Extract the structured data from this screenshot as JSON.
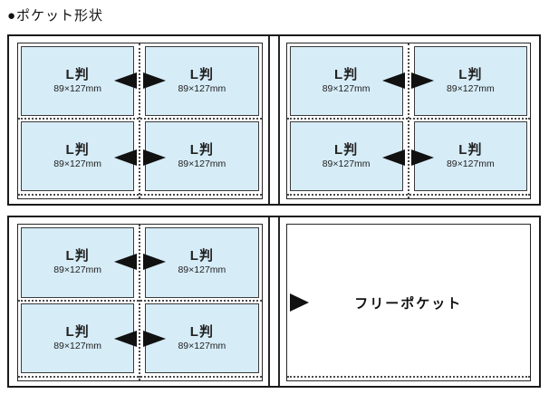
{
  "title": "●ポケット形状",
  "pocket": {
    "size_label": "L判",
    "dimensions": "89×127mm"
  },
  "free_pocket": {
    "label": "フリーポケット"
  },
  "icons": {
    "left_arrow": "left-arrow-icon",
    "right_arrow": "right-arrow-icon",
    "fold_line": "dotted-fold-line"
  },
  "colors": {
    "pocket_fill": "#d6ecf7",
    "panel_border": "#1a1a1a",
    "pocket_border": "#3a3a3a",
    "dotted_line": "#4a4a4a",
    "arrow": "#111111"
  }
}
